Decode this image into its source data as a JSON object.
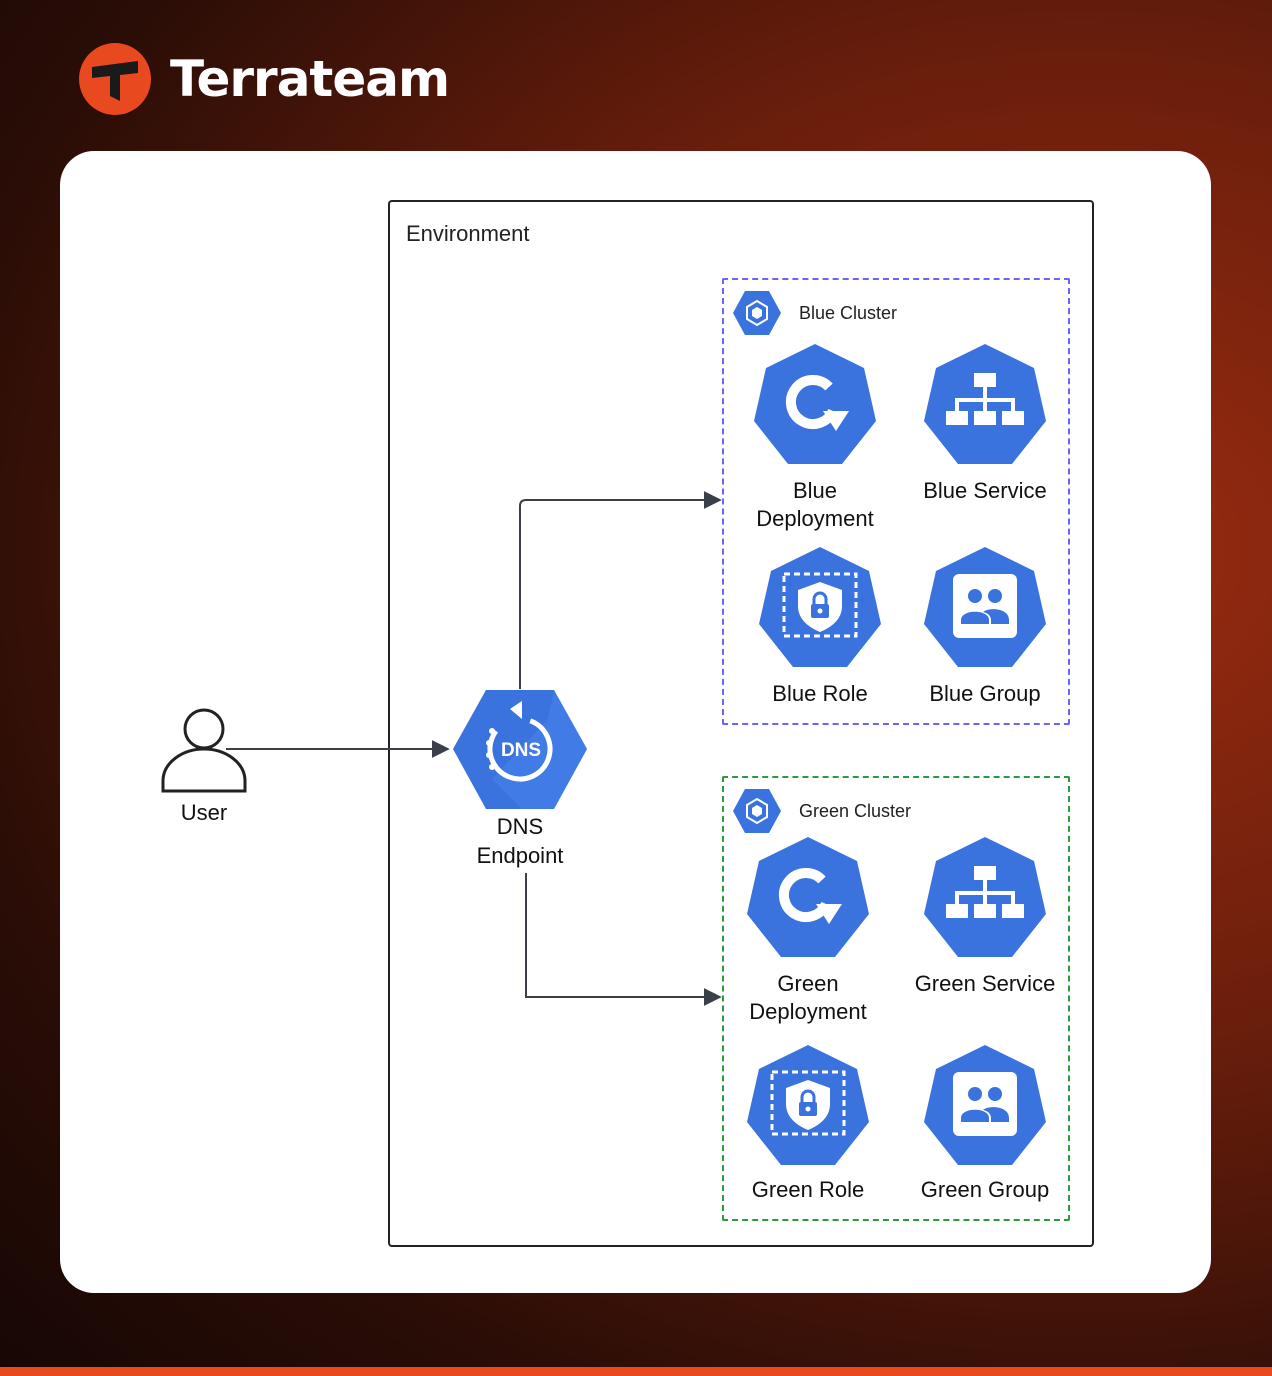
{
  "brand": {
    "name": "Terrateam",
    "accent_color": "#e8491e",
    "icon": "terrateam-logo-icon"
  },
  "diagram": {
    "environment_label": "Environment",
    "user": {
      "label": "User",
      "icon": "user-icon"
    },
    "dns": {
      "label": "DNS\nEndpoint",
      "icon_text": "DNS",
      "icon": "dns-icon"
    },
    "clusters": [
      {
        "label": "Blue Cluster",
        "border_color": "#6c63ff",
        "icon": "cluster-icon",
        "nodes": [
          {
            "label": "Blue\nDeployment",
            "icon": "deployment-icon"
          },
          {
            "label": "Blue Service",
            "icon": "service-icon"
          },
          {
            "label": "Blue Role",
            "icon": "role-icon"
          },
          {
            "label": "Blue Group",
            "icon": "group-icon"
          }
        ]
      },
      {
        "label": "Green Cluster",
        "border_color": "#2e9a3e",
        "icon": "cluster-icon",
        "nodes": [
          {
            "label": "Green\nDeployment",
            "icon": "deployment-icon"
          },
          {
            "label": "Green Service",
            "icon": "service-icon"
          },
          {
            "label": "Green Role",
            "icon": "role-icon"
          },
          {
            "label": "Green Group",
            "icon": "group-icon"
          }
        ]
      }
    ],
    "edges": [
      {
        "from": "User",
        "to": "DNS Endpoint"
      },
      {
        "from": "DNS Endpoint",
        "to": "Blue Cluster"
      },
      {
        "from": "DNS Endpoint",
        "to": "Green Cluster"
      }
    ],
    "icon_color": "#3b73de"
  }
}
